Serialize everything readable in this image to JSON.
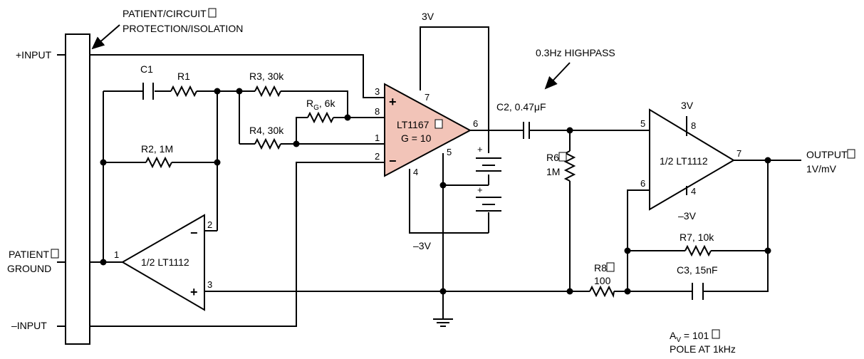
{
  "annotations": {
    "protection_line1": "PATIENT/CIRCUIT",
    "protection_line2": "PROTECTION/ISOLATION",
    "highpass": "0.3Hz HIGHPASS",
    "gain_line1": "A",
    "gain_sub": "V",
    "gain_line1_rest": " = 101",
    "gain_line2": "POLE AT 1kHz"
  },
  "terminals": {
    "plus_input": "+INPUT",
    "minus_input": "–INPUT",
    "patient_ground_line1": "PATIENT",
    "patient_ground_line2": "GROUND",
    "output_line1": "OUTPUT",
    "output_line2": "1V/mV"
  },
  "supplies": {
    "top_3v": "3V",
    "minus_3v": "–3V",
    "u2_plus": "3V",
    "u2_minus": "–3V"
  },
  "components": {
    "c1": "C1",
    "r1": "R1",
    "r2": "R2, 1M",
    "r3": "R3, 30k",
    "r4": "R4, 30k",
    "rg_main": "R",
    "rg_sub": "G",
    "rg_rest": ", 6k",
    "c2": "C2, 0.47μF",
    "r6_line1": "R6",
    "r6_line2": "1M",
    "r7": "R7, 10k",
    "r8_line1": "R8",
    "r8_line2": "100",
    "c3": "C3, 15nF"
  },
  "amplifiers": {
    "u1_line1": "LT1167",
    "u1_line2": "G = 10",
    "u2": "1/2 LT1112",
    "u3": "1/2 LT1112"
  },
  "pins": {
    "u1_p3": "3",
    "u1_p8": "8",
    "u1_p1": "1",
    "u1_p2": "2",
    "u1_p7": "7",
    "u1_p6": "6",
    "u1_p5": "5",
    "u1_p4": "4",
    "u1_plus": "+",
    "u1_minus": "−",
    "u2_p5": "5",
    "u2_p6": "6",
    "u2_p7": "7",
    "u2_p8": "8",
    "u2_p4": "4",
    "u3_p1": "1",
    "u3_p2": "2",
    "u3_p3": "3",
    "u3_minus": "−",
    "u3_plus": "+",
    "bat_plus1": "+",
    "bat_plus2": "+"
  },
  "colors": {
    "u1_fill": "#f2c4b8",
    "wire": "#000000"
  }
}
